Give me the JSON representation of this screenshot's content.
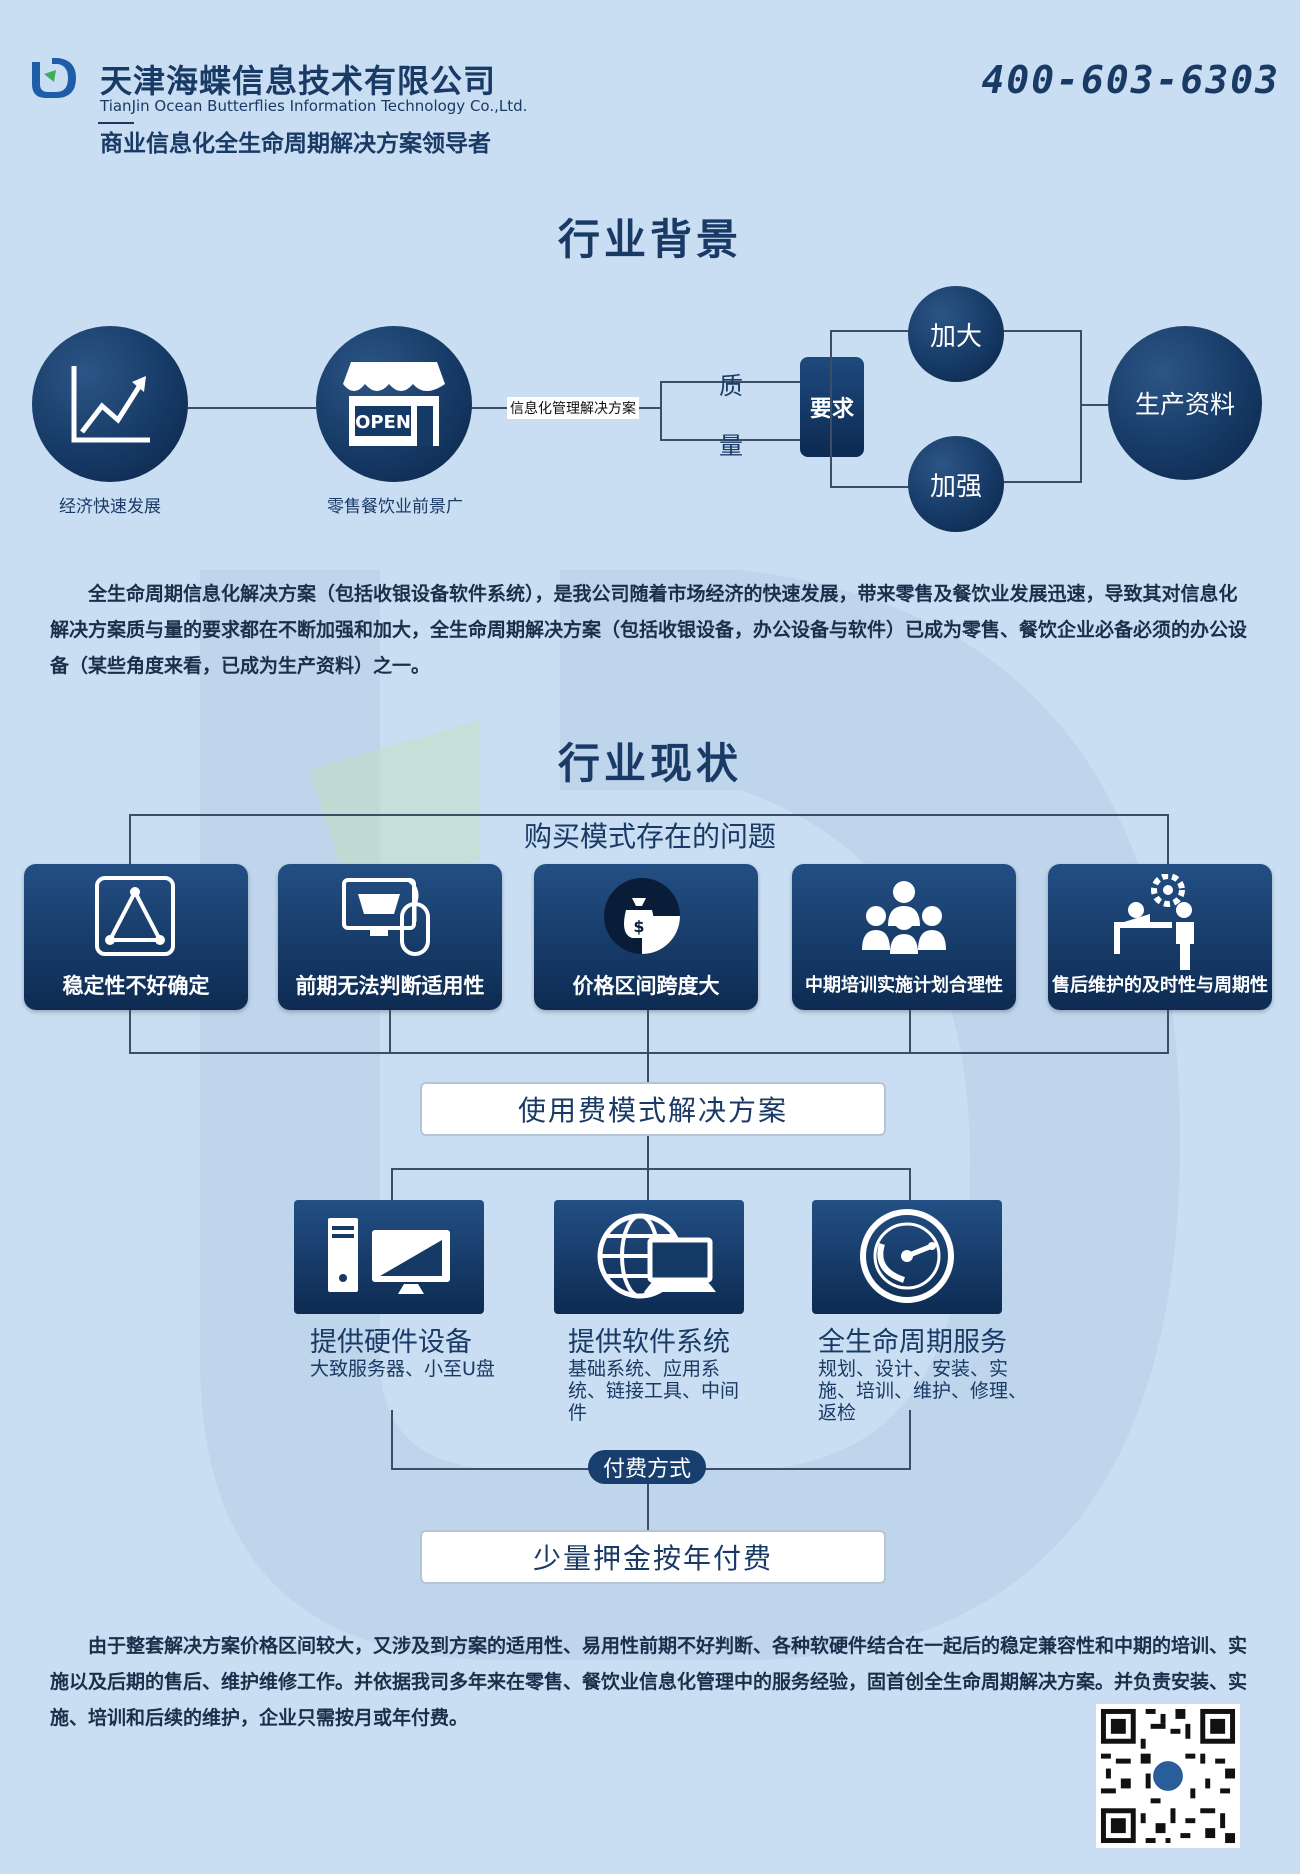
{
  "header": {
    "company_cn": "天津海蝶信息技术有限公司",
    "company_en": "TianJin Ocean Butterflies Information Technology Co.,Ltd.",
    "slogan": "商业信息化全生命周期解决方案领导者",
    "phone": "400-603-6303"
  },
  "background_section": {
    "title": "行业背景",
    "circle1_label": "经济快速发展",
    "circle2_label": "零售餐饮业前景广",
    "open_sign": "OPEN",
    "connector_label": "信息化管理解决方案",
    "quality": "质",
    "quantity": "量",
    "requirement": "要求",
    "increase": "加大",
    "strengthen": "加强",
    "result": "生产资料",
    "paragraph": "全生命周期信息化解决方案（包括收银设备软件系统），是我公司随着市场经济的快速发展，带来零售及餐饮业发展迅速，导致其对信息化解决方案质与量的要求都在不断加强和加大，全生命周期解决方案（包括收银设备，办公设备与软件）已成为零售、餐饮企业必备必须的办公设备（某些角度来看，已成为生产资料）之一。"
  },
  "status_section": {
    "title": "行业现状",
    "problem_heading": "购买模式存在的问题",
    "problems": [
      {
        "label": "稳定性不好确定",
        "icon": "triangle-icon"
      },
      {
        "label": "前期无法判断适用性",
        "icon": "shopping-cart-icon"
      },
      {
        "label": "价格区间跨度大",
        "icon": "money-bag-icon"
      },
      {
        "label": "中期培训实施计划合理性",
        "icon": "people-group-icon"
      },
      {
        "label": "售后维护的及时性与周期性",
        "icon": "maintenance-gear-icon"
      }
    ],
    "solution": "使用费模式解决方案",
    "services": [
      {
        "title": "提供硬件设备",
        "desc": "大致服务器、小至U盘",
        "icon": "computer-icon"
      },
      {
        "title": "提供软件系统",
        "desc": "基础系统、应用系统、链接工具、中间件",
        "icon": "globe-laptop-icon"
      },
      {
        "title": "全生命周期服务",
        "desc": "规划、设计、安装、实施、培训、维护、修理、返检",
        "icon": "lifecycle-icon"
      }
    ],
    "payment_label": "付费方式",
    "payment_method": "少量押金按年付费",
    "paragraph": "由于整套解决方案价格区间较大，又涉及到方案的适用性、易用性前期不好判断、各种软硬件结合在一起后的稳定兼容性和中期的培训、实施以及后期的售后、维护维修工作。并依据我司多年来在零售、餐饮业信息化管理中的服务经验，固首创全生命周期解决方案。并负责安装、实施、培训和后续的维护，企业只需按月或年付费。"
  },
  "colors": {
    "background": "#c9def2",
    "dark_navy": "#0d2b52",
    "text_navy": "#1a3a66"
  }
}
